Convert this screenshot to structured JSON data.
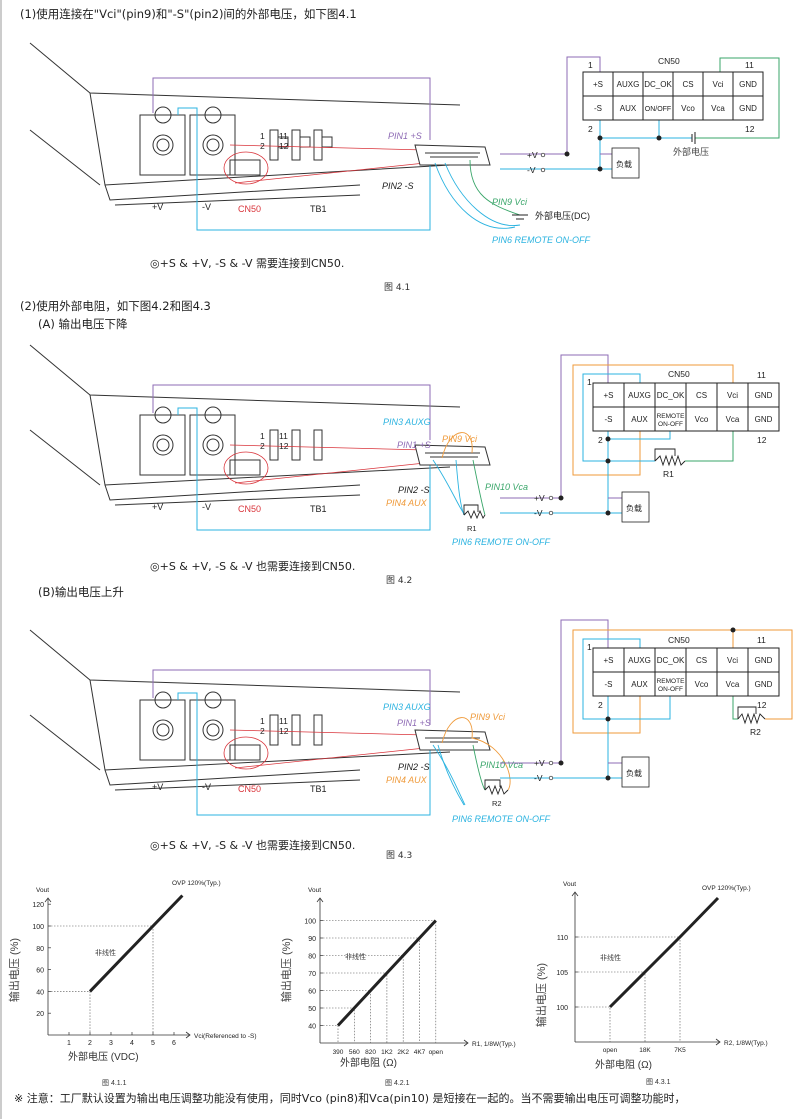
{
  "colors": {
    "purple": "#8e6bb5",
    "cyan": "#2bb3e0",
    "green": "#3aa66a",
    "orange": "#ef9a3a",
    "red": "#d9343b",
    "black": "#222222"
  },
  "section1": {
    "heading": "(1)使用连接在\"Vci\"(pin9)和\"-S\"(pin2)间的外部电压，如下图4.1",
    "device_labels": {
      "pos": "+V",
      "neg": "-V",
      "cn50": "CN50",
      "tb1": "TB1",
      "pin_top": "1",
      "pin_top2": "11",
      "pin_bot": "2",
      "pin_bot2": "12"
    },
    "callouts": {
      "pin1": "PIN1 +S",
      "pin2": "PIN2 -S",
      "pin9": "PIN9 Vci",
      "ext_v": "外部电压(DC)",
      "pin6": "PIN6 REMOTE ON-OFF"
    },
    "note": "◎+S & +V, -S & -V 需要连接到CN50.",
    "caption": "图 4.1",
    "schematic": {
      "title": "CN50",
      "row1": [
        "+S",
        "AUXG",
        "DC_OK",
        "CS",
        "Vci",
        "GND"
      ],
      "row2": [
        "-S",
        "AUX",
        "ON/OFF",
        "Vco",
        "Vca",
        "GND"
      ],
      "pin1": "1",
      "pin2": "2",
      "pin11": "11",
      "pin12": "12",
      "vpos": "+V",
      "vneg": "-V",
      "load": "负载",
      "ext_v": "外部电压"
    }
  },
  "section2": {
    "heading": "(2)使用外部电阻，如下图4.2和图4.3",
    "subA": "(A) 输出电压下降",
    "subB": "(B)输出电压上升"
  },
  "fig42": {
    "device_labels": {
      "pos": "+V",
      "neg": "-V",
      "cn50": "CN50",
      "tb1": "TB1",
      "pin_top": "1",
      "pin_top2": "11",
      "pin_bot": "2",
      "pin_bot2": "12"
    },
    "callouts": {
      "pin3": "PIN3 AUXG",
      "pin1": "PIN1 +S",
      "pin9": "PIN9 Vci",
      "pin2": "PIN2 -S",
      "pin10": "PIN10 Vca",
      "pin4": "PIN4 AUX",
      "r": "R1",
      "pin6": "PIN6 REMOTE ON-OFF"
    },
    "note": "◎+S & +V, -S & -V 也需要连接到CN50.",
    "caption": "图 4.2",
    "schematic": {
      "title": "CN50",
      "row1": [
        "+S",
        "AUXG",
        "DC_OK",
        "CS",
        "Vci",
        "GND"
      ],
      "row2": [
        "-S",
        "AUX",
        "REMOTE ON-OFF",
        "Vco",
        "Vca",
        "GND"
      ],
      "pin1": "1",
      "pin2": "2",
      "pin11": "11",
      "pin12": "12",
      "vpos": "+V",
      "vneg": "-V",
      "load": "负载",
      "resistor": "R1"
    }
  },
  "fig43": {
    "device_labels": {
      "pos": "+V",
      "neg": "-V",
      "cn50": "CN50",
      "tb1": "TB1",
      "pin_top": "1",
      "pin_top2": "11",
      "pin_bot": "2",
      "pin_bot2": "12"
    },
    "callouts": {
      "pin3": "PIN3 AUXG",
      "pin1": "PIN1 +S",
      "pin9": "PIN9 Vci",
      "pin2": "PIN2 -S",
      "pin10": "PIN10 Vca",
      "pin4": "PIN4 AUX",
      "r": "R2",
      "pin6": "PIN6 REMOTE ON-OFF"
    },
    "note": "◎+S & +V, -S & -V 也需要连接到CN50.",
    "caption": "图 4.3",
    "schematic": {
      "title": "CN50",
      "row1": [
        "+S",
        "AUXG",
        "DC_OK",
        "CS",
        "Vci",
        "GND"
      ],
      "row2": [
        "-S",
        "AUX",
        "REMOTE ON-OFF",
        "Vco",
        "Vca",
        "GND"
      ],
      "pin1": "1",
      "pin2": "2",
      "pin11": "11",
      "pin12": "12",
      "vpos": "+V",
      "vneg": "-V",
      "load": "负载",
      "resistor": "R2"
    }
  },
  "chart_data": [
    {
      "type": "line",
      "title": "图 4.1.1",
      "ylabel": "输出电压 (%)",
      "xlabel": "外部电压 (VDC)",
      "y_axis_name": "Vout",
      "x_axis_name": "Vci(Referenced to -S)",
      "xlim": [
        0,
        7
      ],
      "ylim": [
        0,
        130
      ],
      "x_ticks": [
        1,
        2,
        3,
        4,
        5,
        6
      ],
      "y_ticks": [
        20,
        40,
        60,
        80,
        100,
        120
      ],
      "annotation": "非线性",
      "ovp_label": "OVP 120%(Typ.)",
      "series": [
        {
          "name": "Vout",
          "x": [
            2,
            5,
            6.4
          ],
          "y": [
            40,
            100,
            128
          ]
        }
      ],
      "guides": [
        {
          "x": 2,
          "y": 40
        },
        {
          "x": 5,
          "y": 100
        }
      ]
    },
    {
      "type": "line",
      "title": "图 4.2.1",
      "ylabel": "输出电压 (%)",
      "xlabel": "外部电阻 (Ω)",
      "y_axis_name": "Vout",
      "x_axis_name": "R1, 1/8W(Typ.)",
      "categories": [
        "390",
        "560",
        "820",
        "1K2",
        "2K2",
        "4K7",
        "open"
      ],
      "ylim": [
        30,
        105
      ],
      "y_ticks": [
        40,
        50,
        60,
        70,
        80,
        90,
        100
      ],
      "annotation": "非线性",
      "series": [
        {
          "name": "Vout",
          "values": [
            40,
            50,
            60,
            70,
            80,
            90,
            100
          ]
        }
      ]
    },
    {
      "type": "line",
      "title": "图 4.3.1",
      "ylabel": "输出电压 (%)",
      "xlabel": "外部电阻 (Ω)",
      "y_axis_name": "Vout",
      "x_axis_name": "R2, 1/8W(Typ.)",
      "categories": [
        "open",
        "18K",
        "7K5"
      ],
      "ylim": [
        95,
        115
      ],
      "y_ticks": [
        100,
        105,
        110
      ],
      "annotation": "非线性",
      "ovp_label": "OVP 120%(Typ.)",
      "series": [
        {
          "name": "Vout",
          "values": [
            100,
            105,
            110
          ]
        }
      ]
    }
  ],
  "footer_note": "※ 注意：工厂默认设置为输出电压调整功能没有使用，同时Vco (pin8)和Vca(pin10) 是短接在一起的。当不需要输出电压可调整功能时，"
}
